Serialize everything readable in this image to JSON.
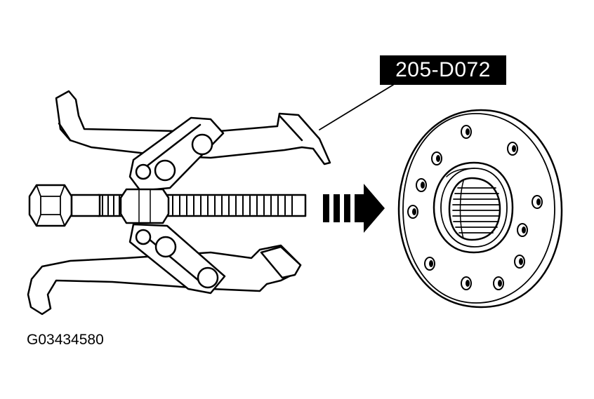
{
  "callout": {
    "tool_number": "205-D072"
  },
  "figure": {
    "id": "G03434580"
  },
  "colors": {
    "ink": "#000000",
    "paper": "#ffffff"
  },
  "icons": [
    "puller-tool-drawing",
    "direction-arrow",
    "flange-drawing"
  ]
}
